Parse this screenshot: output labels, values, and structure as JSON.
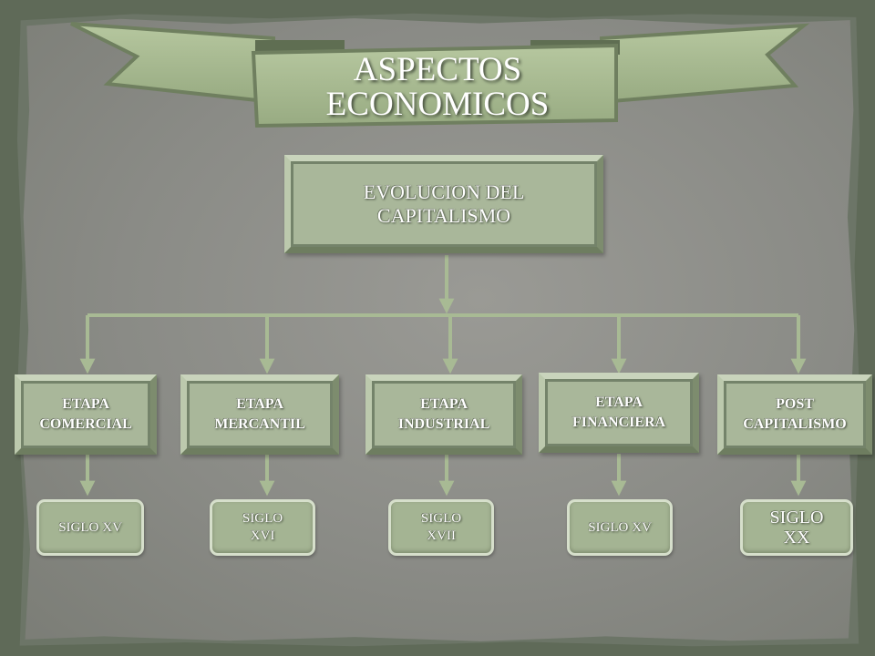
{
  "title": {
    "line1": "ASPECTOS",
    "line2": "ECONOMICOS"
  },
  "main_node": {
    "line1": "EVOLUCION DEL",
    "line2": "CAPITALISMO"
  },
  "stages": [
    {
      "line1": "ETAPA",
      "line2": "COMERCIAL",
      "era": [
        "SIGLO XV"
      ]
    },
    {
      "line1": "ETAPA",
      "line2": "MERCANTIL",
      "era": [
        "SIGLO",
        "XVI"
      ]
    },
    {
      "line1": "ETAPA",
      "line2": "INDUSTRIAL",
      "era": [
        "SIGLO",
        "XVII"
      ]
    },
    {
      "line1": "ETAPA",
      "line2": "FINANCIERA",
      "era": [
        "SIGLO XV"
      ]
    },
    {
      "line1": "POST",
      "line2": "CAPITALISMO",
      "era": [
        "SIGLO",
        "XX"
      ]
    }
  ],
  "colors": {
    "box_fill": "#a9b79a",
    "connector": "#a8ba94",
    "ribbon": "#a6b98f"
  }
}
